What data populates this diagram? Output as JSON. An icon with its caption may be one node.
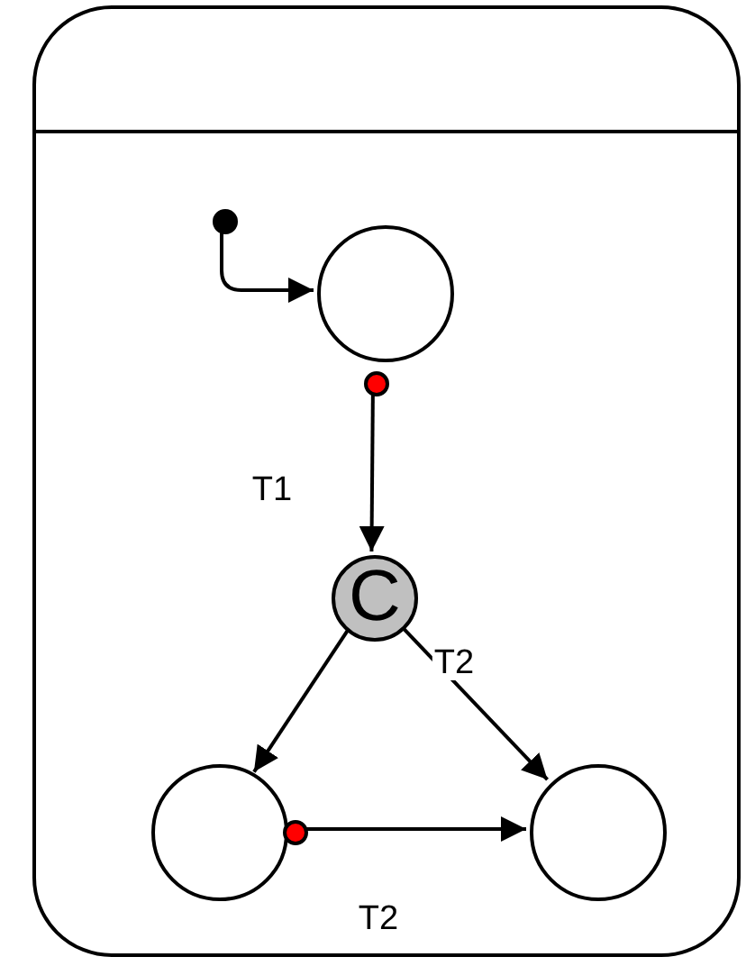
{
  "diagram": {
    "nodes": [
      {
        "text": [],
        "shape": "box"
      },
      {
        "text": [],
        "shape": "circle",
        "in": 0
      },
      {
        "text": [],
        "shape": "circle",
        "in": 0
      },
      {
        "text": [
          "C"
        ],
        "in": 0
      },
      {
        "text": [],
        "shape": "circle",
        "in": 0
      },
      {
        "text": [],
        "shape": "circle",
        "in": 0
      },
      {
        "text": [],
        "shape": "circle",
        "in": 0
      },
      {
        "text": [],
        "shape": "circle",
        "in": 0
      }
    ],
    "edges": [
      {
        "from": 1,
        "to": 2,
        "arrow": "to"
      },
      {
        "from": 6,
        "to": 3,
        "arrow": "to",
        "label": "T1"
      },
      {
        "from": 3,
        "to": 4,
        "arrow": "to"
      },
      {
        "from": 3,
        "to": 5,
        "arrow": "to",
        "label": "T2"
      },
      {
        "from": 7,
        "to": 5,
        "arrow": "to",
        "label": "T2"
      }
    ]
  }
}
